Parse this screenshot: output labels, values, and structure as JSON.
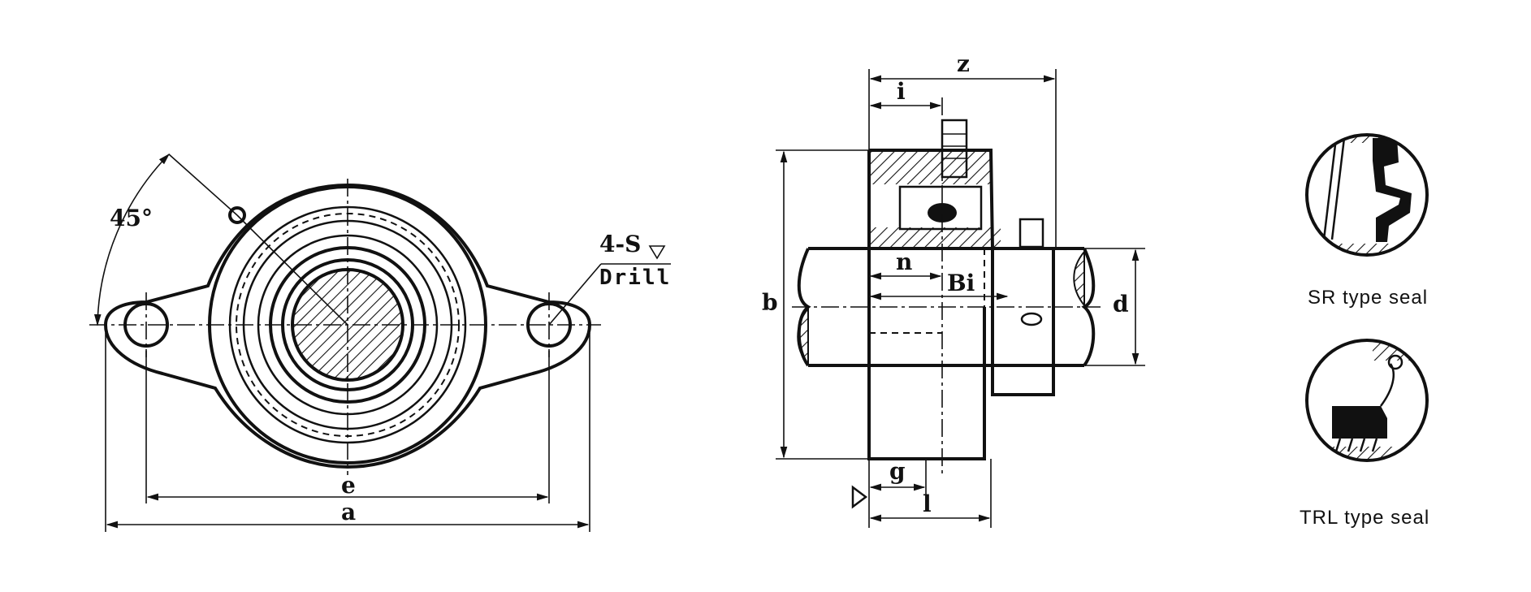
{
  "front_view": {
    "angle_label": "45°",
    "bolt_label": "4-S",
    "drill_label": "Drill",
    "dim_e": "e",
    "dim_a": "a"
  },
  "side_view": {
    "dim_z": "z",
    "dim_i": "i",
    "dim_n": "n",
    "dim_bi": "Bi",
    "dim_b": "b",
    "dim_d": "d",
    "dim_g": "g",
    "dim_l": "l"
  },
  "seals": {
    "sr_caption": "SR type seal",
    "trl_caption": "TRL type seal"
  }
}
